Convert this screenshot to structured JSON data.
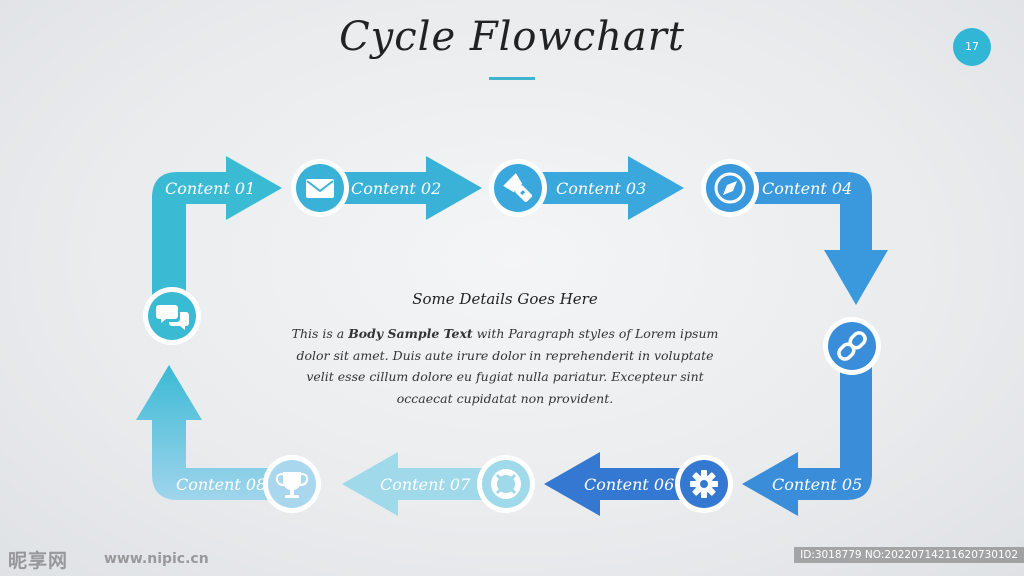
{
  "slide": {
    "title": "Cycle Flowchart",
    "page_number": "17"
  },
  "steps": [
    {
      "label": "Content 01",
      "color": "#3bbad3",
      "icon": "chat-bubbles-icon"
    },
    {
      "label": "Content 02",
      "color": "#3ab2d8",
      "icon": "envelope-icon"
    },
    {
      "label": "Content 03",
      "color": "#3aa8dc",
      "icon": "flashlight-icon"
    },
    {
      "label": "Content 04",
      "color": "#3a99dc",
      "icon": "compass-icon"
    },
    {
      "label": "Content 05",
      "color": "#3a8dd8",
      "icon": "link-icon"
    },
    {
      "label": "Content 06",
      "color": "#3478d2",
      "icon": "gear-icon"
    },
    {
      "label": "Content 07",
      "color": "#9fd9ea",
      "icon": "lifebuoy-icon"
    },
    {
      "label": "Content 08",
      "color": "#a9d8ee",
      "icon": "trophy-icon"
    }
  ],
  "details": {
    "heading": "Some Details Goes Here",
    "body_prefix": "This is a ",
    "body_bold": "Body Sample Text",
    "body_suffix": " with Paragraph styles of Lorem ipsum dolor sit amet. Duis aute irure dolor in reprehenderit in voluptate velit esse cillum dolore eu fugiat nulla pariatur. Excepteur sint occaecat cupidatat non provident."
  },
  "watermark": {
    "logo": "昵享网",
    "url": "www.nipic.cn",
    "id": "ID:3018779 NO:20220714211620730102"
  }
}
